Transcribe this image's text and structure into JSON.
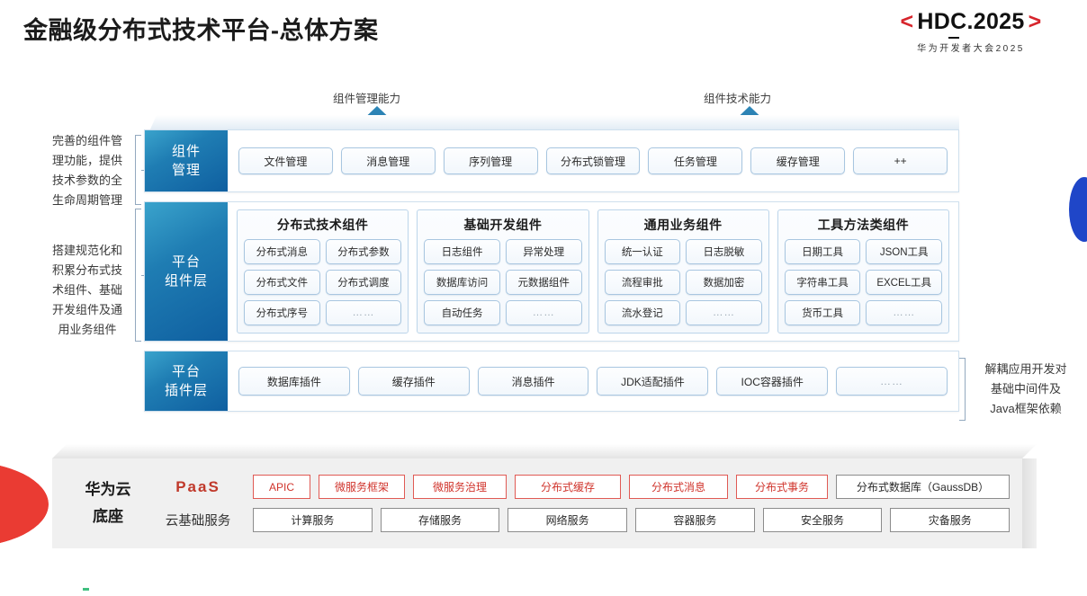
{
  "header": {
    "title": "金融级分布式技术平台-总体方案",
    "logo": {
      "left_bracket": "<",
      "text_hd": "HD",
      "text_c": "C",
      "text_rest": ".2025",
      "right_bracket": ">",
      "subtitle": "华为开发者大会2025"
    }
  },
  "arrows": [
    {
      "label": "组件管理能力"
    },
    {
      "label": "组件技术能力"
    }
  ],
  "side_notes": {
    "left": [
      "完善的组件管\n理功能，提供\n技术参数的全\n生命周期管理",
      "搭建规范化和\n积累分布式技\n术组件、基础\n开发组件及通\n用业务组件"
    ],
    "left_lines_1": [
      "完善的组件管",
      "理功能，提供",
      "技术参数的全",
      "生命周期管理"
    ],
    "left_lines_2": [
      "搭建规范化和",
      "积累分布式技",
      "术组件、基础",
      "开发组件及通",
      "用业务组件"
    ],
    "right_lines": [
      "解耦应用开发对",
      "基础中间件及",
      "Java框架依赖"
    ]
  },
  "layers": {
    "management": {
      "label_lines": [
        "组件",
        "管理"
      ],
      "items": [
        "文件管理",
        "消息管理",
        "序列管理",
        "分布式锁管理",
        "任务管理",
        "缓存管理",
        "++"
      ]
    },
    "platform": {
      "label_lines": [
        "平台",
        "组件层"
      ],
      "groups": [
        {
          "title": "分布式技术组件",
          "items": [
            "分布式消息",
            "分布式参数",
            "分布式文件",
            "分布式调度",
            "分布式序号",
            "……"
          ]
        },
        {
          "title": "基础开发组件",
          "items": [
            "日志组件",
            "异常处理",
            "数据库访问",
            "元数据组件",
            "自动任务",
            "……"
          ]
        },
        {
          "title": "通用业务组件",
          "items": [
            "统一认证",
            "日志脱敏",
            "流程审批",
            "数据加密",
            "流水登记",
            "……"
          ]
        },
        {
          "title": "工具方法类组件",
          "items": [
            "日期工具",
            "JSON工具",
            "字符串工具",
            "EXCEL工具",
            "货币工具",
            "……"
          ]
        }
      ]
    },
    "plugin": {
      "label_lines": [
        "平台",
        "插件层"
      ],
      "items": [
        "数据库插件",
        "缓存插件",
        "消息插件",
        "JDK适配插件",
        "IOC容器插件",
        "……"
      ]
    }
  },
  "foundation": {
    "title_lines": [
      "华为云",
      "底座"
    ],
    "paas": {
      "label": "PaaS",
      "items": [
        "APIC",
        "微服务框架",
        "微服务治理",
        "分布式缓存",
        "分布式消息",
        "分布式事务"
      ],
      "gauss": "分布式数据库（GaussDB）"
    },
    "cloud": {
      "label": "云基础服务",
      "items": [
        "计算服务",
        "存储服务",
        "网络服务",
        "容器服务",
        "安全服务",
        "灾备服务"
      ]
    }
  },
  "colors": {
    "brand_red": "#d7252c",
    "layer_blue": "#1f7db3",
    "paas_red": "#c0392b",
    "accent_blue": "#1f46c8"
  }
}
